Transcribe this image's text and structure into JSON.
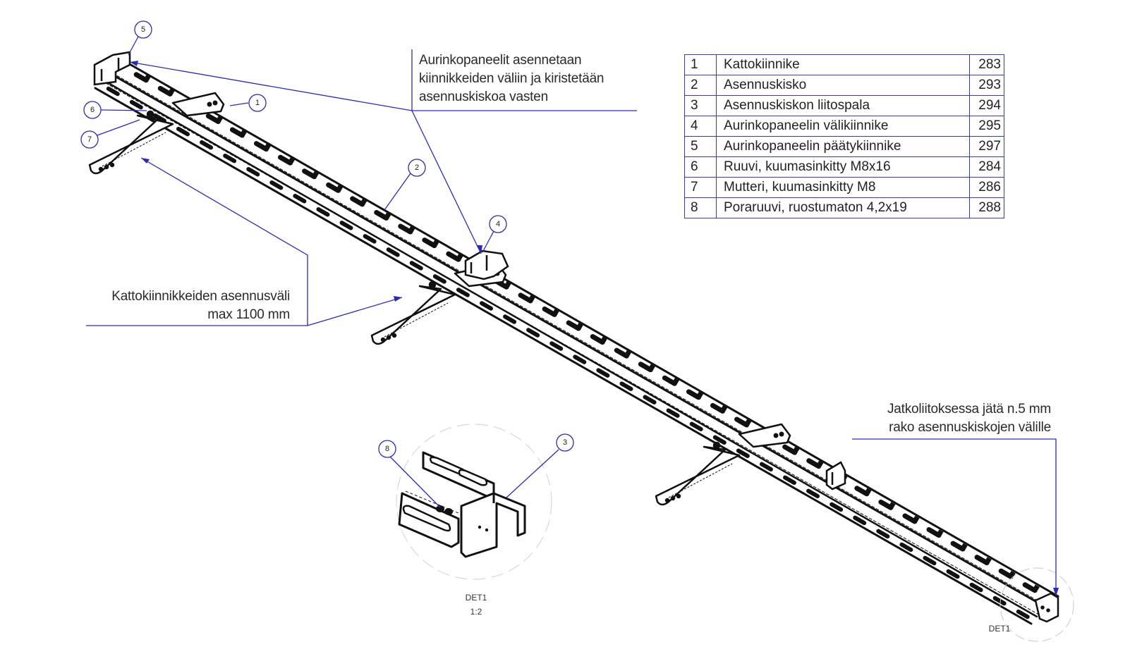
{
  "drawing": {
    "type": "assembly-drawing",
    "subject": "solar panel mounting rail assembly"
  },
  "notes": {
    "panel_mounting": [
      "Aurinkopaneelit asennetaan",
      "kiinnikkeiden väliin ja kiristetään",
      "asennuskiskoa vasten"
    ],
    "bracket_spacing": [
      "Kattokiinnikkeiden asennusväli",
      "max 1100 mm"
    ],
    "joint_gap": [
      "Jatkoliitoksessa jätä n.5 mm",
      "rako asennuskiskojen välille"
    ]
  },
  "detail": {
    "center_label": "DET1",
    "center_scale": "1:2",
    "right_label": "DET1"
  },
  "balloons": [
    {
      "id": "1"
    },
    {
      "id": "2"
    },
    {
      "id": "3"
    },
    {
      "id": "4"
    },
    {
      "id": "5"
    },
    {
      "id": "6"
    },
    {
      "id": "7"
    },
    {
      "id": "8"
    }
  ],
  "parts_list": [
    {
      "no": "1",
      "name": "Kattokiinnike",
      "code": "283"
    },
    {
      "no": "2",
      "name": "Asennuskisko",
      "code": "293"
    },
    {
      "no": "3",
      "name": "Asennuskiskon liitospala",
      "code": "294"
    },
    {
      "no": "4",
      "name": "Aurinkopaneelin välikiinnike",
      "code": "295"
    },
    {
      "no": "5",
      "name": "Aurinkopaneelin päätykiinnike",
      "code": "297"
    },
    {
      "no": "6",
      "name": "Ruuvi, kuumasinkitty M8x16",
      "code": "284"
    },
    {
      "no": "7",
      "name": "Mutteri, kuumasinkitty M8",
      "code": "286"
    },
    {
      "no": "8",
      "name": "Poraruuvi, ruostumaton 4,2x19",
      "code": "288"
    }
  ],
  "colors": {
    "leader": "#2b2bb8",
    "part_line": "#111111",
    "table_border": "#3a3ab0",
    "text": "#222222"
  }
}
